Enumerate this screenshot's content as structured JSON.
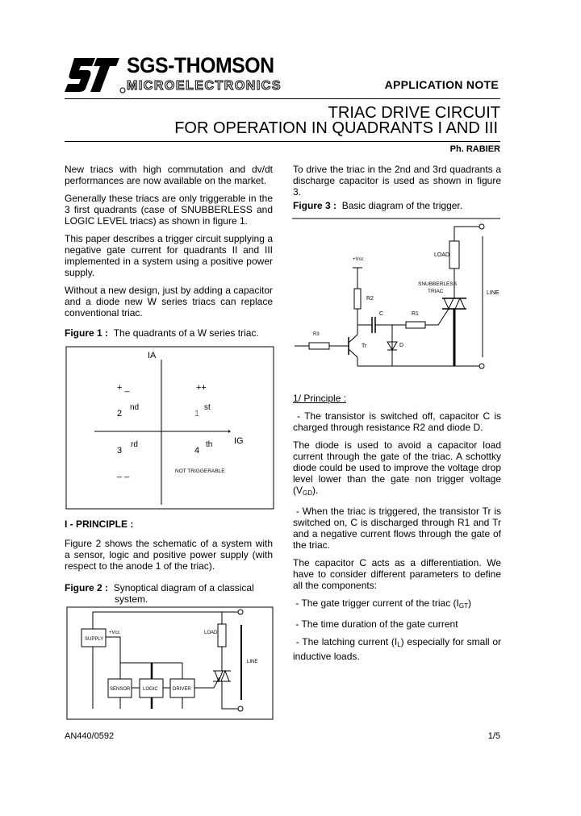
{
  "header": {
    "company": "SGS-THOMSON",
    "division": "MICROELECTRONICS",
    "logo_text": "ST",
    "doc_type": "APPLICATION NOTE",
    "title_line1": "TRIAC DRIVE CIRCUIT",
    "title_line2": "FOR OPERATION IN QUADRANTS I AND III",
    "author": "Ph. RABIER"
  },
  "left": {
    "p1": "New triacs with high commutation and dv/dt performances are now available on the market.",
    "p2": "Generally these triacs are only triggerable in the 3 first quadrants (case of SNUBBERLESS and LOGIC LEVEL triacs) as shown in figure 1.",
    "p3": "This paper describes a trigger circuit supplying a negative gate current for quadrants II and III implemented in a system using a positive power supply.",
    "p4": "Without a new design, just by adding a capacitor and a diode new W series triacs can replace conventional triac.",
    "fig1_label": "Figure 1 :",
    "fig1_caption": "The quadrants of a W series triac.",
    "section_title": "I - PRINCIPLE :",
    "p5": "Figure 2 shows the schematic of a system with a sensor, logic and positive power supply (with respect to the anode 1 of the triac).",
    "fig2_label": "Figure 2 :",
    "fig2_caption_line1": "Synoptical diagram of a classical",
    "fig2_caption_line2": "system."
  },
  "figure1": {
    "axis_y": "IA",
    "axis_x": "IG",
    "q2_sign": "+ _",
    "q1_sign": "++",
    "q2_num": "2",
    "q2_suffix": "nd",
    "q1_num": "1",
    "q1_suffix": "st",
    "q3_num": "3",
    "q3_suffix": "rd",
    "q4_num": "4",
    "q4_suffix": "th",
    "q3_sign": "_ _",
    "q4_note": "NOT TRIGGERABLE"
  },
  "figure2": {
    "supply": "SUPPLY",
    "vcc": "+Vcc",
    "sensor": "SENSOR",
    "logic": "LOGIC",
    "driver": "DRIVER",
    "load": "LOAD",
    "line": "LINE"
  },
  "right": {
    "p1": "To drive the triac in the 2nd and 3rd quadrants a discharge capacitor is used as shown in figure 3.",
    "fig3_label": "Figure 3 :",
    "fig3_caption": "Basic diagram of the trigger.",
    "subsection": "1/ Principle :",
    "p2": " - The transistor is switched off, capacitor C is charged through resistance R2 and diode D.",
    "p3_a": "The diode is used to avoid a capacitor load current through the gate of the triac. A schottky diode could be used to improve the voltage drop level lower than the gate non trigger voltage (V",
    "p3_sub": "GD",
    "p3_b": ").",
    "p4": " - When the triac is triggered, the transistor Tr is switched on, C is discharged through R1 and Tr and a negative current flows through the gate of the triac.",
    "p5": "The capacitor C acts as a differentiation. We have to consider different parameters to define all the components:",
    "b1_a": " - The gate trigger current of the triac (I",
    "b1_sub": "GT",
    "b1_b": ")",
    "b2": " - The time duration of the gate current",
    "b3_a": " - The latching current (I",
    "b3_sub": "L",
    "b3_b": ") especially for small or inductive loads."
  },
  "figure3": {
    "vcc": "+Vcc",
    "load": "LOAD",
    "triac_line1": "SNUBBERLESS",
    "triac_line2": "TRIAC",
    "r2": "R2",
    "c": "C",
    "r1": "R1",
    "d": "D",
    "tr": "Tr",
    "r3": "R3",
    "line": "LINE"
  },
  "footer": {
    "doc_code": "AN440/0592",
    "page": "1/5"
  }
}
